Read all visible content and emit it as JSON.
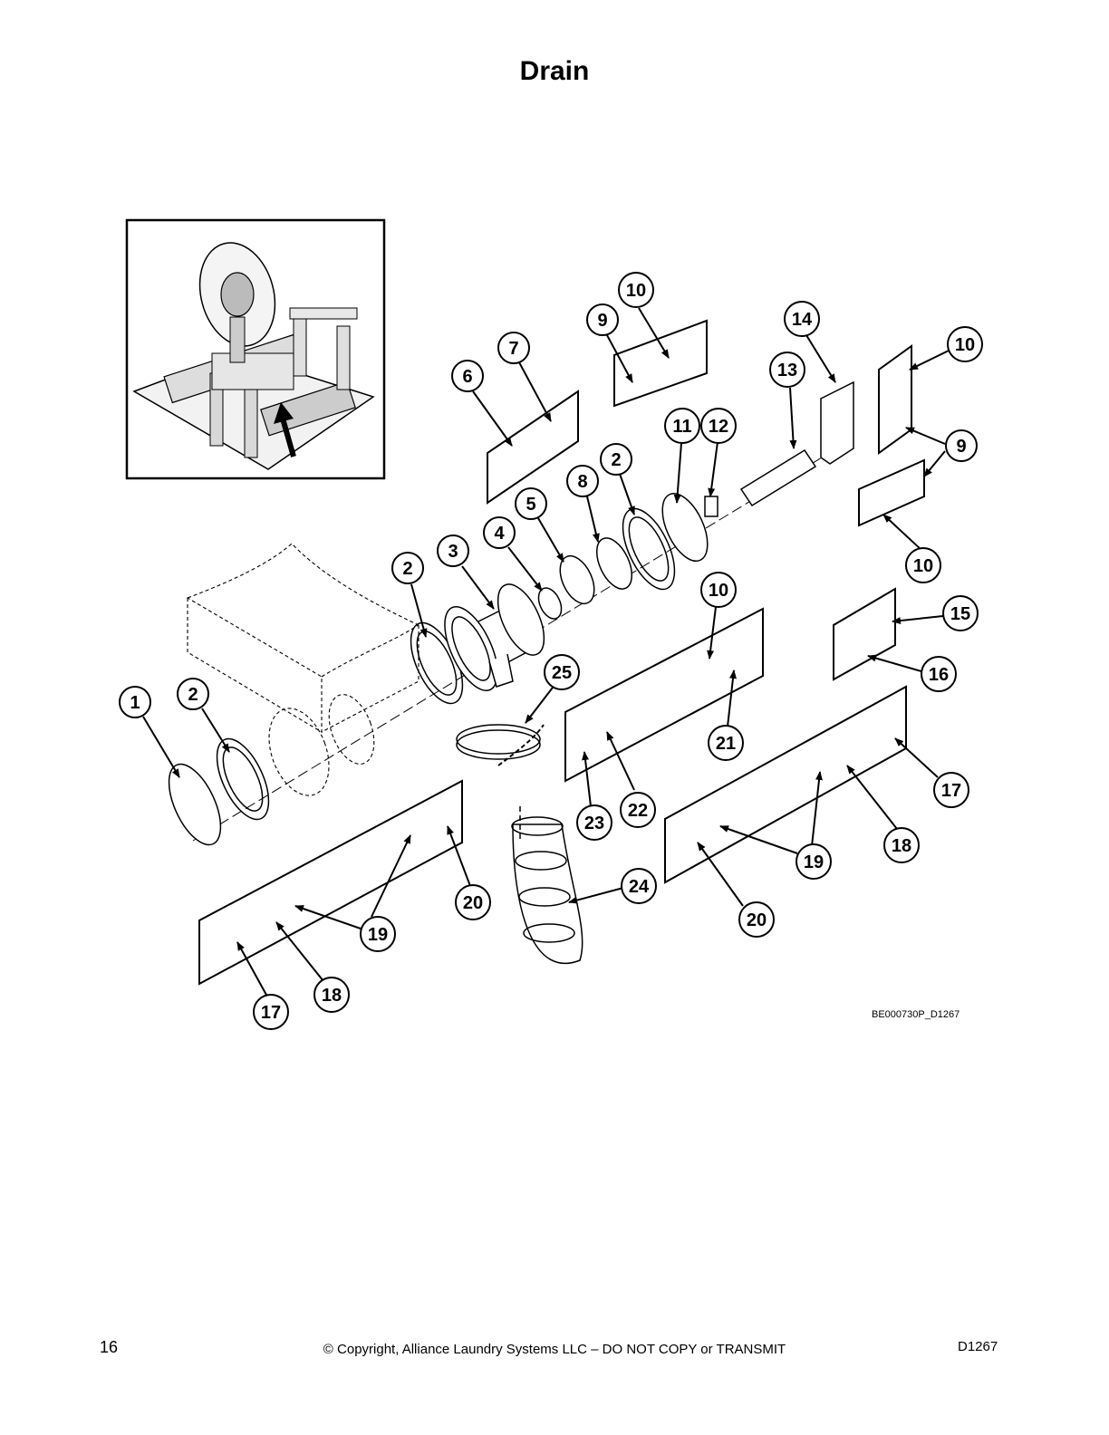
{
  "page": {
    "title": "Drain",
    "figure_code": "BE000730P_D1267",
    "page_number": "16",
    "copyright": "© Copyright, Alliance Laundry Systems LLC – DO NOT COPY or TRANSMIT",
    "doc_code": "D1267"
  },
  "callouts": [
    "1",
    "2",
    "2",
    "2",
    "3",
    "4",
    "5",
    "6",
    "7",
    "8",
    "9",
    "9",
    "10",
    "10",
    "10",
    "10",
    "11",
    "12",
    "13",
    "14",
    "15",
    "16",
    "17",
    "17",
    "18",
    "18",
    "19",
    "19",
    "20",
    "20",
    "21",
    "22",
    "23",
    "24",
    "25"
  ]
}
